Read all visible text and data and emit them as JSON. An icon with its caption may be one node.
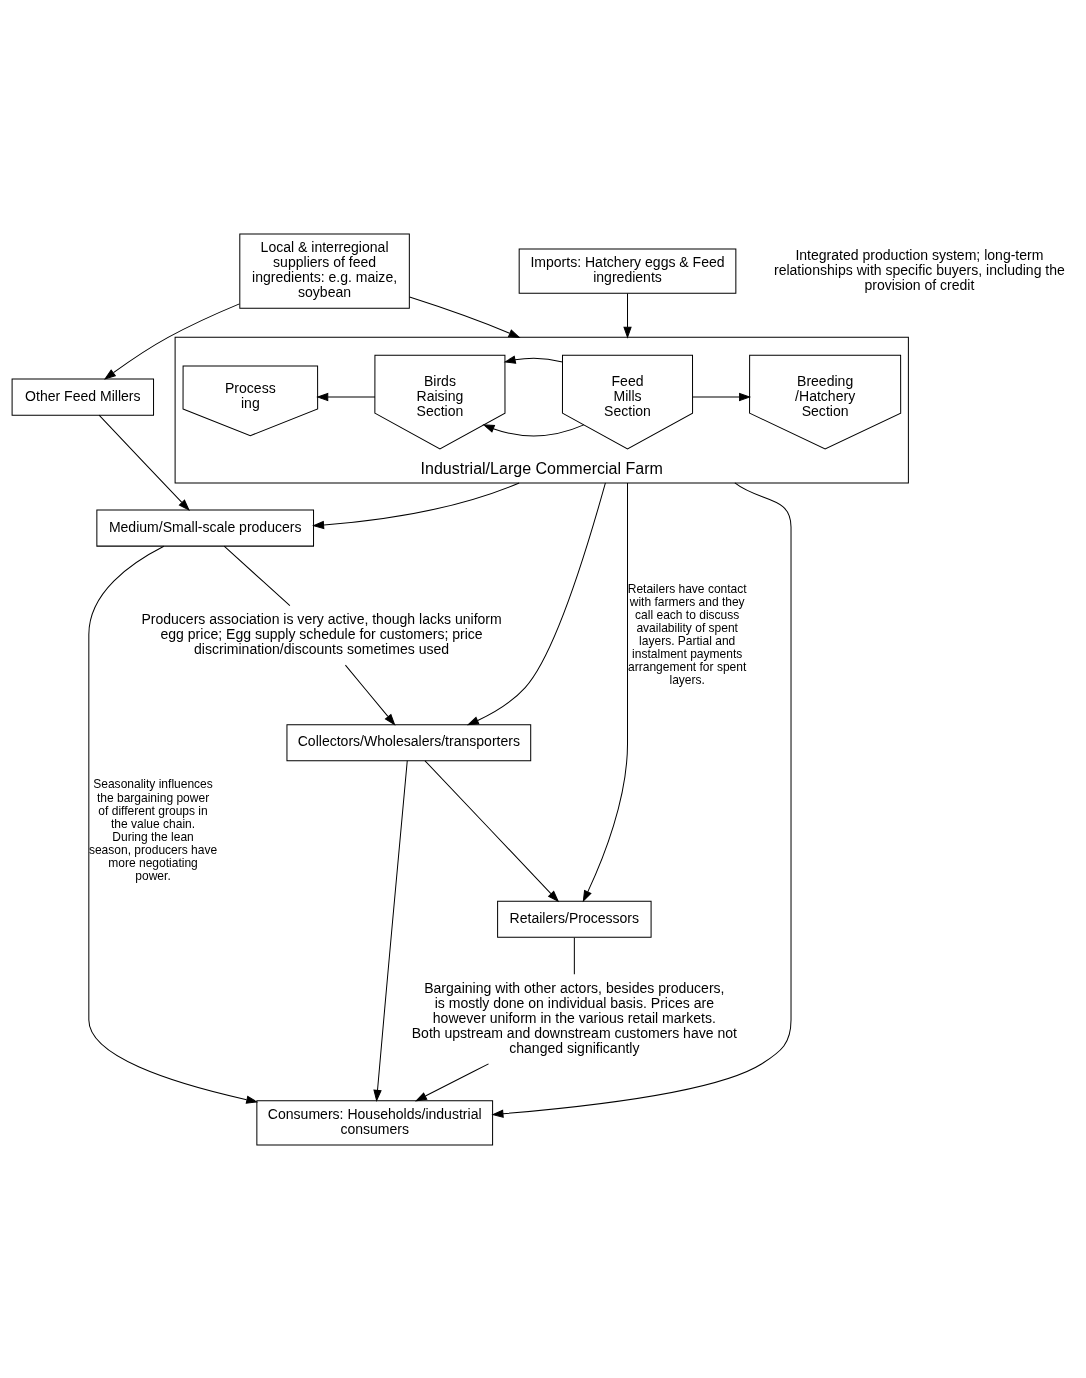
{
  "diagram": {
    "nodes": [
      {
        "text": [
          "Imports: Hatchery eggs & Feed ingredients"
        ]
      },
      {
        "text": [
          "Local & interregional suppliers of feed ingredients: e.g. maize, soybean"
        ]
      },
      {
        "text": [
          "Industrial/Large Commercial Farm"
        ]
      },
      {
        "text": [
          "Process ing"
        ],
        "in": 2
      },
      {
        "text": [
          "Birds Raising Section"
        ],
        "in": 2
      },
      {
        "text": [
          "Feed Mills Section"
        ],
        "in": 2
      },
      {
        "text": [
          "Breeding /Hatchery Section"
        ],
        "in": 2
      },
      {
        "text": [
          "Other Feed Millers"
        ]
      },
      {
        "text": [
          "Medium/Small-scale producers"
        ]
      },
      {
        "text": [
          "Collectors/Wholesalers/transporters"
        ]
      },
      {
        "text": [
          "Retailers/Processors"
        ]
      },
      {
        "text": [
          "Consumers: Households/industrial consumers"
        ]
      },
      {
        "text": [
          "Producers association is very active, though lacks uniform egg price; Egg supply schedule for customers; price discrimination/discounts sometimes used"
        ]
      },
      {
        "text": [
          "Bargaining with other actors, besides producers, is mostly done on individual basis. Prices are however uniform in the various retail markets. Both upstream and downstream customers have not changed significantly"
        ]
      }
    ],
    "edges": [
      {
        "from": 0,
        "to": 2,
        "arrow": "to"
      },
      {
        "from": 1,
        "to": 2,
        "arrow": "to"
      },
      {
        "from": 1,
        "to": 7,
        "arrow": "to"
      },
      {
        "from": 5,
        "to": 4,
        "arrow": "to"
      },
      {
        "from": 5,
        "to": 4,
        "arrow": "to"
      },
      {
        "from": 5,
        "to": 6,
        "arrow": "to"
      },
      {
        "from": 4,
        "to": 3,
        "arrow": "to"
      },
      {
        "from": 2,
        "to": 8,
        "arrow": "to"
      },
      {
        "from": 7,
        "to": 8,
        "arrow": "to"
      },
      {
        "from": 8,
        "to": 12,
        "arrow": "none"
      },
      {
        "from": 12,
        "to": 9,
        "arrow": "to"
      },
      {
        "from": 8,
        "to": 11,
        "arrow": "to",
        "label": "Seasonality influences the bargaining power of different groups in the value chain. During the lean season, producers have more negotiating power."
      },
      {
        "from": 9,
        "to": 10,
        "arrow": "to"
      },
      {
        "from": 9,
        "to": 11,
        "arrow": "to"
      },
      {
        "from": 2,
        "to": 9,
        "arrow": "to"
      },
      {
        "from": 2,
        "to": 10,
        "arrow": "to",
        "label": "Retailers have contact with farmers and they call each to discuss availability of spent layers. Partial and instalment payments arrangement for spent layers."
      },
      {
        "from": 2,
        "to": 11,
        "arrow": "to"
      },
      {
        "from": 10,
        "to": 13,
        "arrow": "none"
      },
      {
        "from": 13,
        "to": 11,
        "arrow": "to"
      }
    ],
    "labels": [
      "Integrated production system; long-term relationships with specific buyers, including the provision of credit"
    ]
  }
}
